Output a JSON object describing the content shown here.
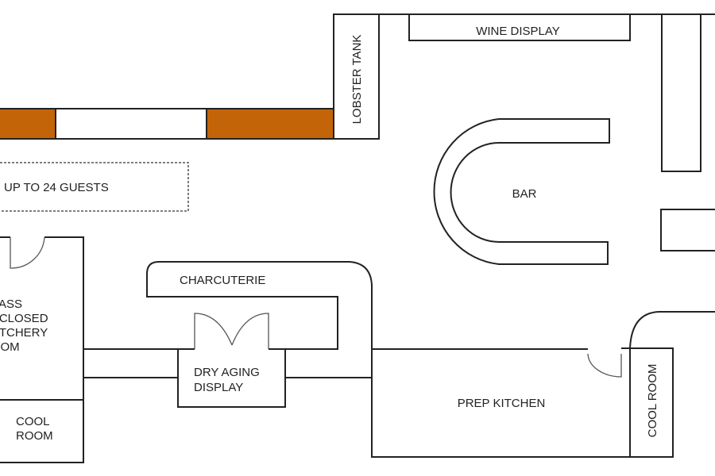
{
  "colors": {
    "wall_accent": "#c46408",
    "line": "#222222"
  },
  "rooms": {
    "lobster_tank": "LOBSTER TANK",
    "wine_display": "WINE DISPLAY",
    "guests": "UP TO 24 GUESTS",
    "bar": "BAR",
    "butchery": [
      "GLASS",
      "ENCLOSED",
      "BUTCHERY",
      "ROOM"
    ],
    "cool_room_left": [
      "COOL",
      "ROOM"
    ],
    "charcuterie": "CHARCUTERIE",
    "dry_aging": [
      "DRY AGING",
      "DISPLAY"
    ],
    "prep_kitchen": "PREP KITCHEN",
    "cool_room_right": "COOL ROOM"
  }
}
